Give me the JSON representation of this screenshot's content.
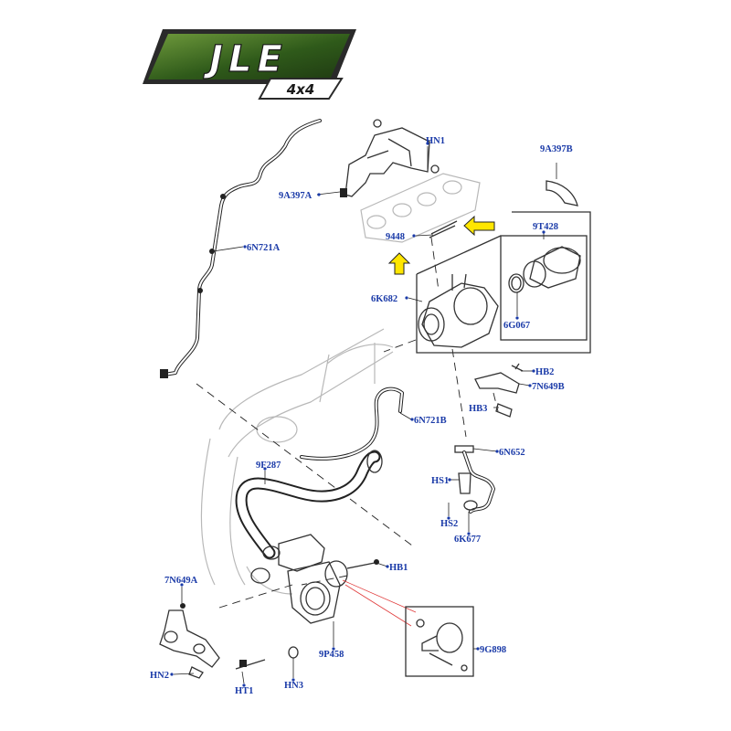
{
  "logo": {
    "brand": "JLE",
    "sub": "4x4",
    "colors": {
      "green_dark": "#1f3a12",
      "green_light": "#6f9a3c",
      "frame": "#2a2a2a"
    }
  },
  "labels": {
    "hn1": "HN1",
    "a9a397b": "9A397B",
    "a9a397a": "9A397A",
    "n6n721a": "6N721A",
    "p9448": "9448",
    "t9t428": "9T428",
    "k6k682": "6K682",
    "g6g067": "6G067",
    "hb2": "HB2",
    "n7n649b": "7N649B",
    "hb3": "HB3",
    "n6n721b": "6N721B",
    "n6n652": "6N652",
    "f9f287": "9F287",
    "hs1": "HS1",
    "hs2": "HS2",
    "k6k677": "6K677",
    "hb1": "HB1",
    "n7n649a": "7N649A",
    "g9g898": "9G898",
    "p9p458": "9P458",
    "hn2": "HN2",
    "ht1": "HT1",
    "hn3": "HN3"
  },
  "colors": {
    "label": "#1a3aa8",
    "highlight_arrow": "#ffe600",
    "callout_line": "#e03a3a"
  },
  "icons": [
    "up-arrow-icon",
    "left-arrow-icon"
  ]
}
